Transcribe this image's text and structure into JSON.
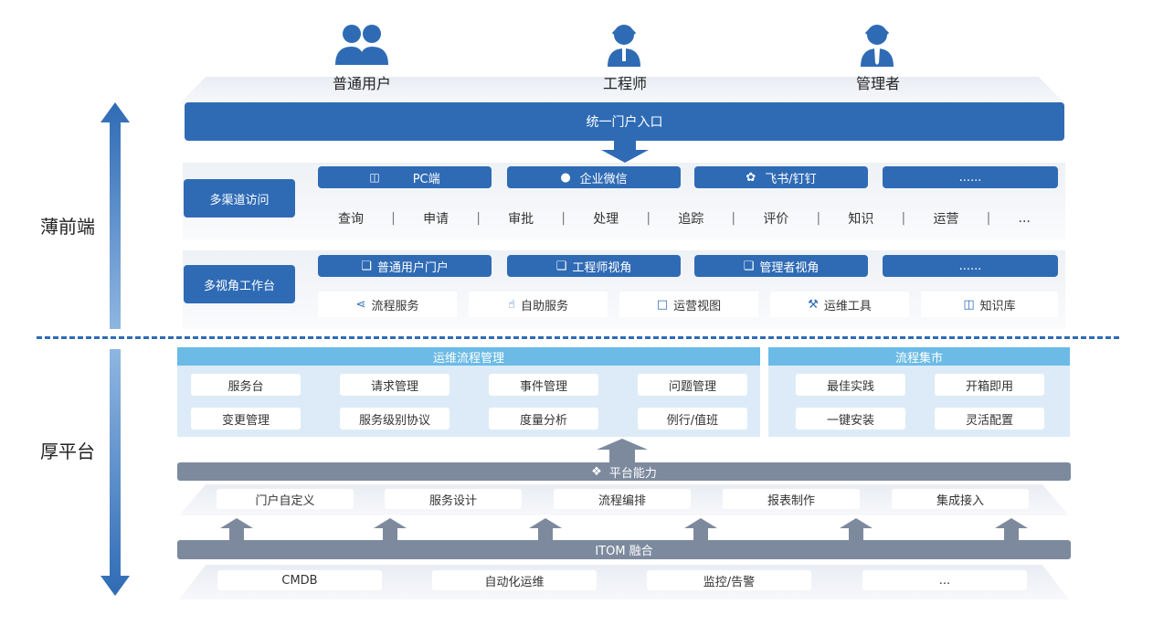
{
  "roles": [
    "普通用户",
    "工程师",
    "管理者"
  ],
  "portal": "统一门户入口",
  "side_labels": {
    "front": "薄前端",
    "platform": "厚平台"
  },
  "multi_channel": {
    "label": "多渠道访问",
    "channels": [
      "PC端",
      "企业微信",
      "飞书/钉钉",
      "......"
    ],
    "actions": [
      "查询",
      "申请",
      "审批",
      "处理",
      "追踪",
      "评价",
      "知识",
      "运营",
      "..."
    ]
  },
  "multi_view": {
    "label": "多视角工作台",
    "views": [
      "普通用户门户",
      "工程师视角",
      "管理者视角",
      "......"
    ],
    "services": [
      "流程服务",
      "自助服务",
      "运营视图",
      "运维工具",
      "知识库"
    ]
  },
  "ops_process": {
    "title": "运维流程管理",
    "items": [
      "服务台",
      "请求管理",
      "事件管理",
      "问题管理",
      "变更管理",
      "服务级别协议",
      "度量分析",
      "例行/值班"
    ]
  },
  "process_market": {
    "title": "流程集市",
    "items": [
      "最佳实践",
      "开箱即用",
      "一键安装",
      "灵活配置"
    ]
  },
  "platform_capability": {
    "title": "平台能力",
    "items": [
      "门户自定义",
      "服务设计",
      "流程编排",
      "报表制作",
      "集成接入"
    ]
  },
  "itom": {
    "title": "ITOM 融合",
    "items": [
      "CMDB",
      "自动化运维",
      "监控/告警",
      "..."
    ]
  },
  "colors": {
    "primary": "#2f6bb5",
    "light": "#dcebf7",
    "header": "#6bbbe6",
    "gray": "#7d8a9e"
  }
}
